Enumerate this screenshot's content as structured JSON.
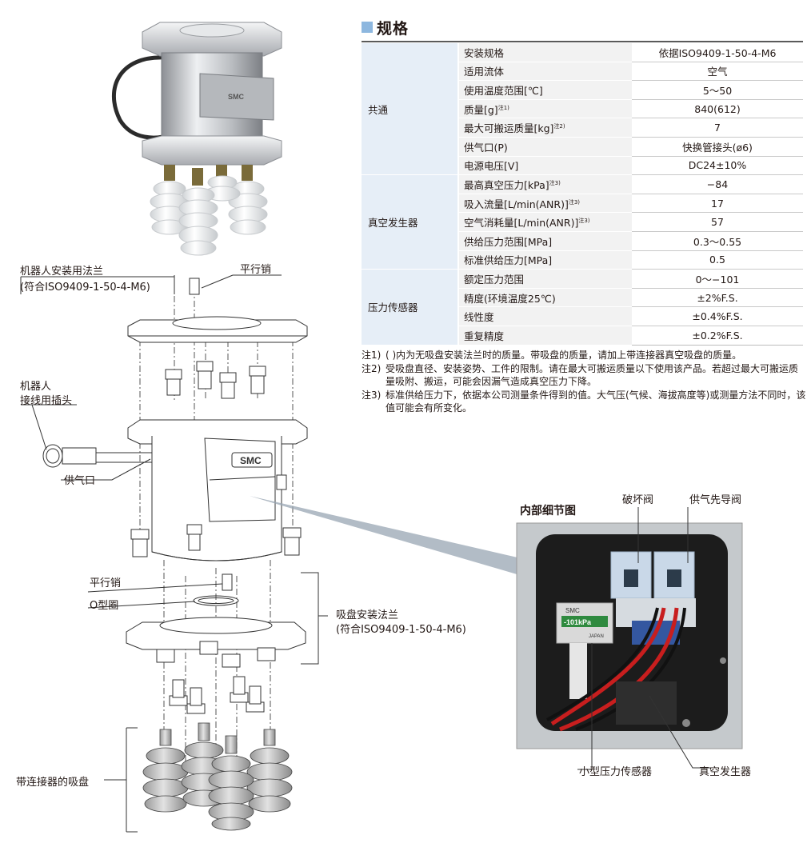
{
  "spec": {
    "title": "规格",
    "groups": [
      {
        "category": "共通",
        "rows": [
          {
            "item": "安装规格",
            "note": "",
            "value": "依据ISO9409-1-50-4-M6"
          },
          {
            "item": "适用流体",
            "note": "",
            "value": "空气"
          },
          {
            "item": "使用温度范围[℃]",
            "note": "",
            "value": "5～50"
          },
          {
            "item": "质量[g]",
            "note": "注1)",
            "value": "840(612)"
          },
          {
            "item": "最大可搬运质量[kg]",
            "note": "注2)",
            "value": "7"
          },
          {
            "item": "供气口(P)",
            "note": "",
            "value": "快换管接头(ø6)"
          },
          {
            "item": "电源电压[V]",
            "note": "",
            "value": "DC24±10%"
          }
        ]
      },
      {
        "category": "真空发生器",
        "rows": [
          {
            "item": "最高真空压力[kPa]",
            "note": "注3)",
            "value": "−84"
          },
          {
            "item": "吸入流量[L/min(ANR)]",
            "note": "注3)",
            "value": "17"
          },
          {
            "item": "空气消耗量[L/min(ANR)]",
            "note": "注3)",
            "value": "57"
          },
          {
            "item": "供给压力范围[MPa]",
            "note": "",
            "value": "0.3～0.55"
          },
          {
            "item": "标准供给压力[MPa]",
            "note": "",
            "value": "0.5"
          }
        ]
      },
      {
        "category": "压力传感器",
        "rows": [
          {
            "item": "额定压力范围",
            "note": "",
            "value": "0～−101"
          },
          {
            "item": "精度(环境温度25℃)",
            "note": "",
            "value": "±2%F.S."
          },
          {
            "item": "线性度",
            "note": "",
            "value": "±0.4%F.S."
          },
          {
            "item": "重复精度",
            "note": "",
            "value": "±0.2%F.S."
          }
        ]
      }
    ],
    "notes": [
      {
        "label": "注1)",
        "text": "( )内为无吸盘安装法兰时的质量。带吸盘的质量，请加上带连接器真空吸盘的质量。"
      },
      {
        "label": "注2)",
        "text": "受吸盘直径、安装姿势、工件的限制。请在最大可搬运质量以下使用该产品。若超过最大可搬运质量吸附、搬运，可能会因漏气造成真空压力下降。"
      },
      {
        "label": "注3)",
        "text": "标准供给压力下，依据本公司测量条件得到的值。大气压(气候、海拔高度等)或测量方法不同时，该值可能会有所变化。"
      }
    ]
  },
  "diagram": {
    "label_robot_flange": "机器人安装用法兰",
    "label_robot_flange_std": "(符合ISO9409-1-50-4-M6)",
    "label_parallel_pin_top": "平行销",
    "label_robot_connector_1": "机器人",
    "label_robot_connector_2": "接线用插头",
    "label_supply_port": "供气口",
    "label_parallel_pin_bottom": "平行销",
    "label_o_ring": "O型圈",
    "label_pad_flange": "吸盘安装法兰",
    "label_pad_flange_std": "(符合ISO9409-1-50-4-M6)",
    "label_pads": "带连接器的吸盘",
    "body_logo": "SMC"
  },
  "detail": {
    "title": "内部细节图",
    "label_release_valve": "破坏阀",
    "label_pilot_valve": "供气先导阀",
    "label_pressure_sensor": "小型压力传感器",
    "label_vacuum_generator": "真空发生器",
    "sensor_brand": "SMC",
    "sensor_reading": "-101kPa",
    "sensor_origin": "JAPAN"
  }
}
